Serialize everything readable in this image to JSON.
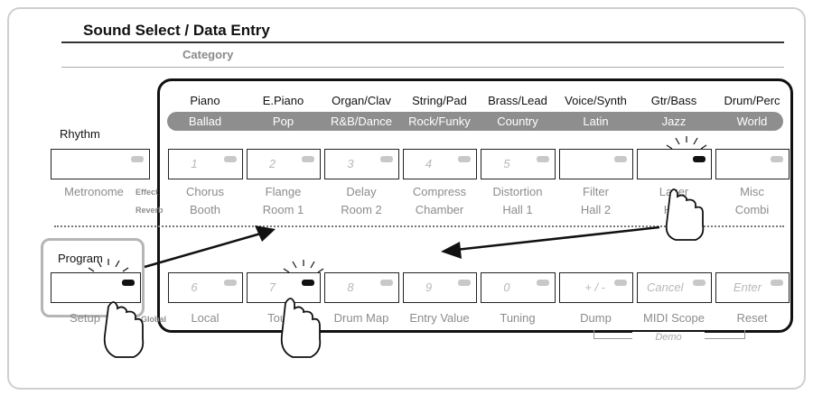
{
  "title": "Sound Select / Data Entry",
  "category_heading": "Category",
  "categories": [
    "Piano",
    "E.Piano",
    "Organ/Clav",
    "String/Pad",
    "Brass/Lead",
    "Voice/Synth",
    "Gtr/Bass",
    "Drum/Perc"
  ],
  "styles": [
    "Ballad",
    "Pop",
    "R&B/Dance",
    "Rock/Funky",
    "Country",
    "Latin",
    "Jazz",
    "World"
  ],
  "rhythm_label": "Rhythm",
  "program_label": "Program",
  "row1": {
    "numbers": [
      "1",
      "2",
      "3",
      "4",
      "5",
      "",
      "",
      ""
    ],
    "effect_labels": [
      "Chorus",
      "Flange",
      "Delay",
      "Compress",
      "Distortion",
      "Filter",
      "Lazer",
      "Misc"
    ],
    "reverb_labels": [
      "Booth",
      "Room 1",
      "Room 2",
      "Chamber",
      "Hall 1",
      "Hall 2",
      "Hall",
      "Combi"
    ],
    "lit_index": 6
  },
  "row2": {
    "numbers": [
      "6",
      "7",
      "8",
      "9",
      "0",
      "+ / -",
      "Cancel",
      "Enter"
    ],
    "labels": [
      "Local",
      "Touch",
      "Drum Map",
      "Entry Value",
      "Tuning",
      "Dump",
      "MIDI Scope",
      "Reset"
    ],
    "lit_index": 1
  },
  "metronome_label": "Metronome",
  "effect_tag": "Effect",
  "reverb_tag": "Reverb",
  "setup_label": "Setup",
  "global_tag": "Global",
  "demo_label": "Demo"
}
